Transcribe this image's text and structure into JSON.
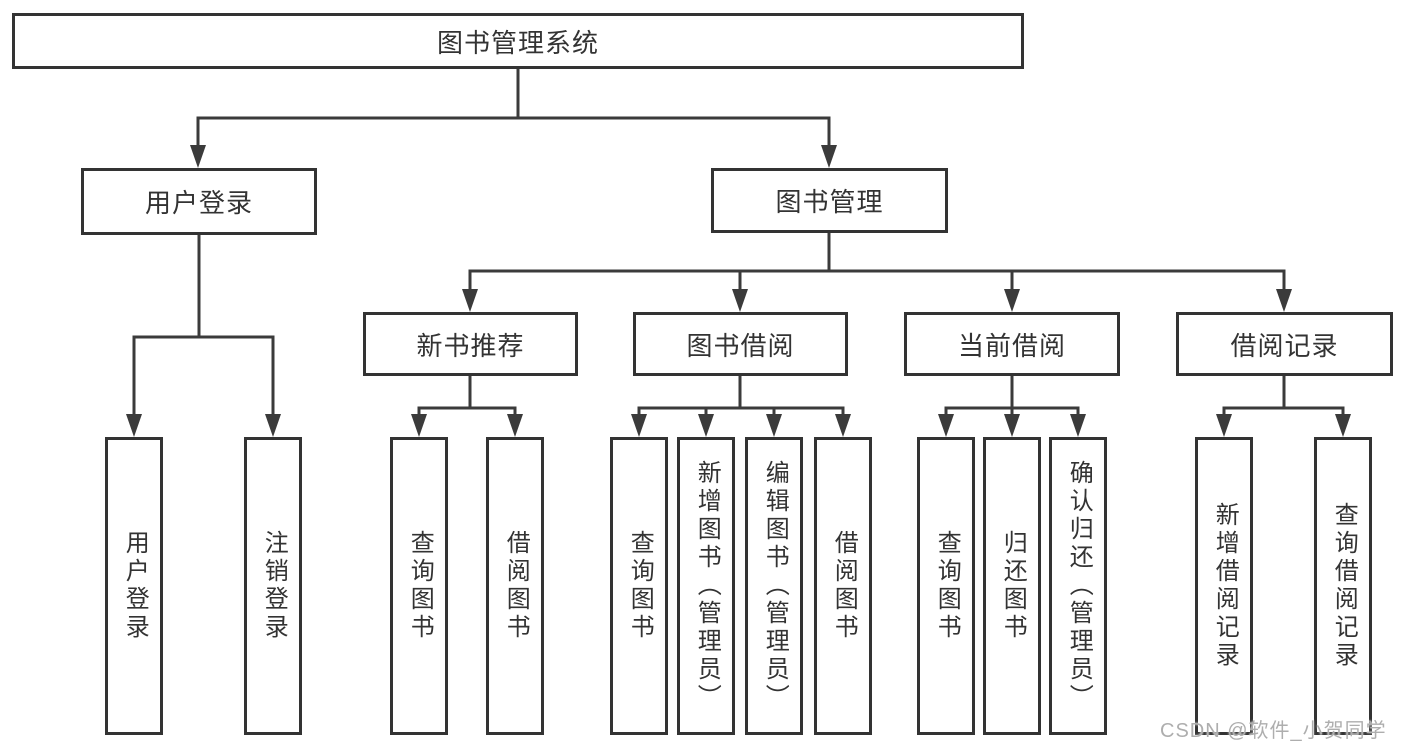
{
  "colors": {
    "line": "#3b3b3b",
    "box_border": "#333333",
    "box_fill": "#ffffff",
    "text": "#333333",
    "watermark": "#aeaeae"
  },
  "tree": {
    "root": {
      "label": "图书管理系统"
    },
    "branches": [
      {
        "label": "用户登录",
        "children": [
          {
            "label": "用户登录"
          },
          {
            "label": "注销登录"
          }
        ]
      },
      {
        "label": "图书管理",
        "groups": [
          {
            "label": "新书推荐",
            "children": [
              {
                "label": "查询图书"
              },
              {
                "label": "借阅图书"
              }
            ]
          },
          {
            "label": "图书借阅",
            "children": [
              {
                "label": "查询图书"
              },
              {
                "label": "新增图书（管理员）"
              },
              {
                "label": "编辑图书（管理员）"
              },
              {
                "label": "借阅图书"
              }
            ]
          },
          {
            "label": "当前借阅",
            "children": [
              {
                "label": "查询图书"
              },
              {
                "label": "归还图书"
              },
              {
                "label": "确认归还（管理员）"
              }
            ]
          },
          {
            "label": "借阅记录",
            "children": [
              {
                "label": "新增借阅记录"
              },
              {
                "label": "查询借阅记录"
              }
            ]
          }
        ]
      }
    ]
  },
  "watermark": {
    "text": "CSDN @软件_小贺同学"
  }
}
